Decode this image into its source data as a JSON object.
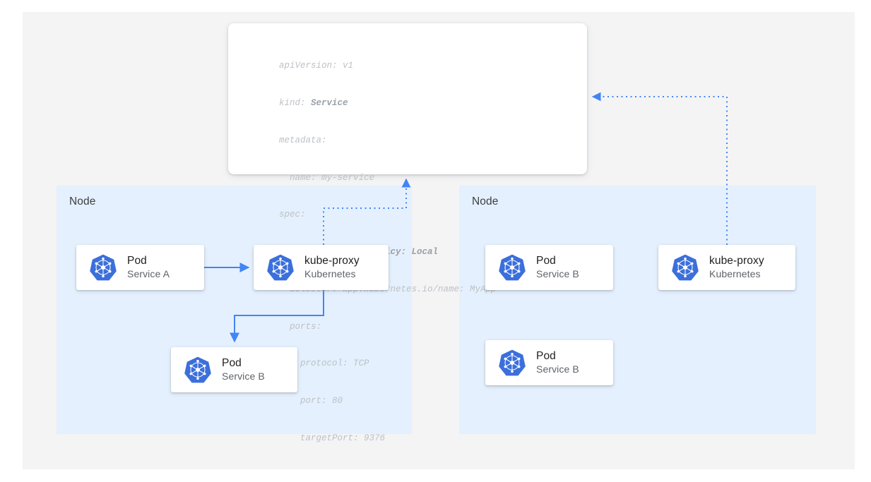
{
  "colors": {
    "canvas_background": "#f4f4f5",
    "node_background": "#e4f0fd",
    "card_background": "#ffffff",
    "accent_blue": "#4285f4",
    "kubernetes_blue": "#3b6fdb",
    "title_text": "#202124",
    "subtitle_text": "#5f6368",
    "code_text": "#bdc1c6",
    "code_bold_text": "#9aa0a6"
  },
  "manifest": {
    "name": "service-yaml-manifest",
    "lines": [
      {
        "text": "apiVersion: v1",
        "bold": false
      },
      {
        "text": "kind: ",
        "bold": false,
        "keyword": "Service"
      },
      {
        "text": "metadata:",
        "bold": false
      },
      {
        "text": "  name: my-service",
        "bold": false
      },
      {
        "text": "spec:",
        "bold": false
      },
      {
        "text": "  internalTrafficPolicy: Local",
        "bold": true
      },
      {
        "text": "  selector: app.kubernetes.io/name: MyApp",
        "bold": false
      },
      {
        "text": "  ports:",
        "bold": false
      },
      {
        "text": "  - protocol: TCP",
        "bold": false
      },
      {
        "text": "    port: 80",
        "bold": false
      },
      {
        "text": "    targetPort: 9376",
        "bold": false
      }
    ]
  },
  "nodes": [
    {
      "label": "Node"
    },
    {
      "label": "Node"
    }
  ],
  "cards": {
    "pod_a": {
      "title": "Pod",
      "subtitle": "Service A",
      "icon": "kubernetes-icon"
    },
    "kube_proxy_a": {
      "title": "kube-proxy",
      "subtitle": "Kubernetes",
      "icon": "kubernetes-icon"
    },
    "pod_b_left": {
      "title": "Pod",
      "subtitle": "Service B",
      "icon": "kubernetes-icon"
    },
    "pod_b_right": {
      "title": "Pod",
      "subtitle": "Service B",
      "icon": "kubernetes-icon"
    },
    "kube_proxy_b": {
      "title": "kube-proxy",
      "subtitle": "Kubernetes",
      "icon": "kubernetes-icon"
    },
    "pod_b_right2": {
      "title": "Pod",
      "subtitle": "Service B",
      "icon": "kubernetes-icon"
    }
  },
  "connections": [
    {
      "name": "pod-a-to-kube-proxy-a",
      "style": "solid",
      "from": "pod_a",
      "to": "kube_proxy_a"
    },
    {
      "name": "kube-proxy-a-to-pod-b-left",
      "style": "solid",
      "from": "kube_proxy_a",
      "to": "pod_b_left"
    },
    {
      "name": "kube-proxy-a-to-manifest",
      "style": "dotted",
      "from": "kube_proxy_a",
      "to": "manifest"
    },
    {
      "name": "kube-proxy-b-to-manifest",
      "style": "dotted",
      "from": "kube_proxy_b",
      "to": "manifest"
    }
  ]
}
